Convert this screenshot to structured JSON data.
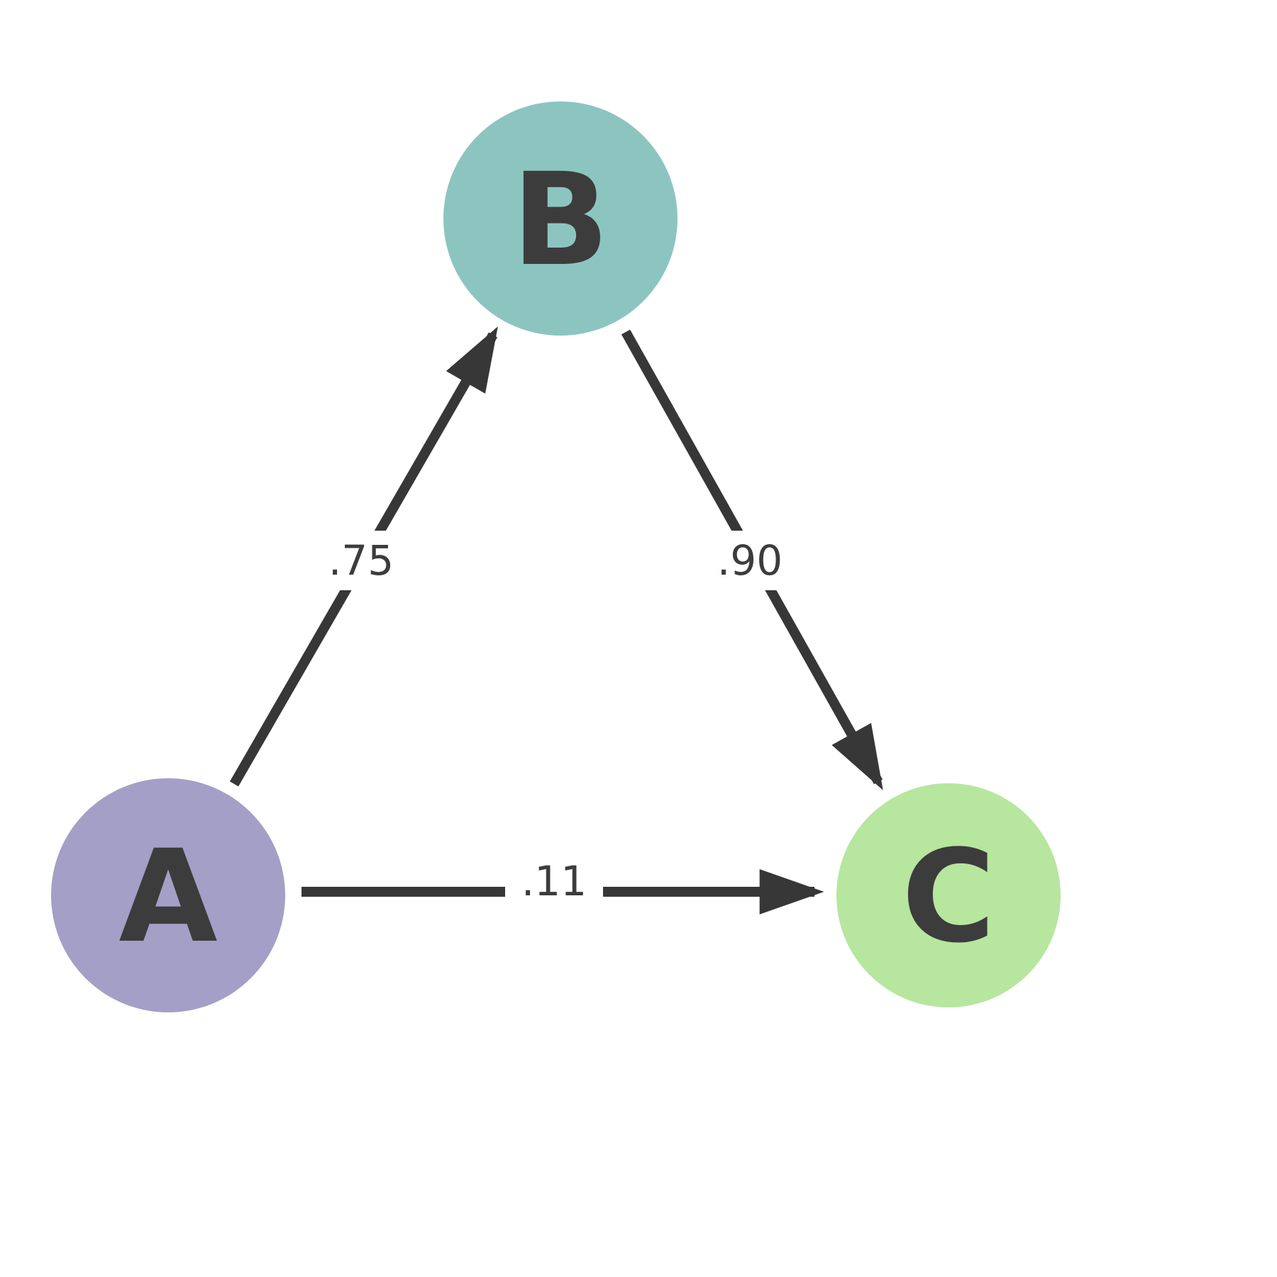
{
  "diagram": {
    "title": "directed-graph-a-b-c",
    "background_color": "#ffffff",
    "stroke_color": "#373737",
    "text_color": "#3c3c3c",
    "nodes": [
      {
        "id": "A",
        "label": "A",
        "color": "#a39fc6",
        "position": "bottom-left"
      },
      {
        "id": "B",
        "label": "B",
        "color": "#8cc5c0",
        "position": "top-center"
      },
      {
        "id": "C",
        "label": "C",
        "color": "#b7e69f",
        "position": "bottom-right"
      }
    ],
    "edges": [
      {
        "from": "A",
        "to": "B",
        "label": ".75",
        "directed": true
      },
      {
        "from": "B",
        "to": "C",
        "label": ".90",
        "directed": true
      },
      {
        "from": "A",
        "to": "C",
        "label": ".11",
        "directed": true
      }
    ]
  }
}
